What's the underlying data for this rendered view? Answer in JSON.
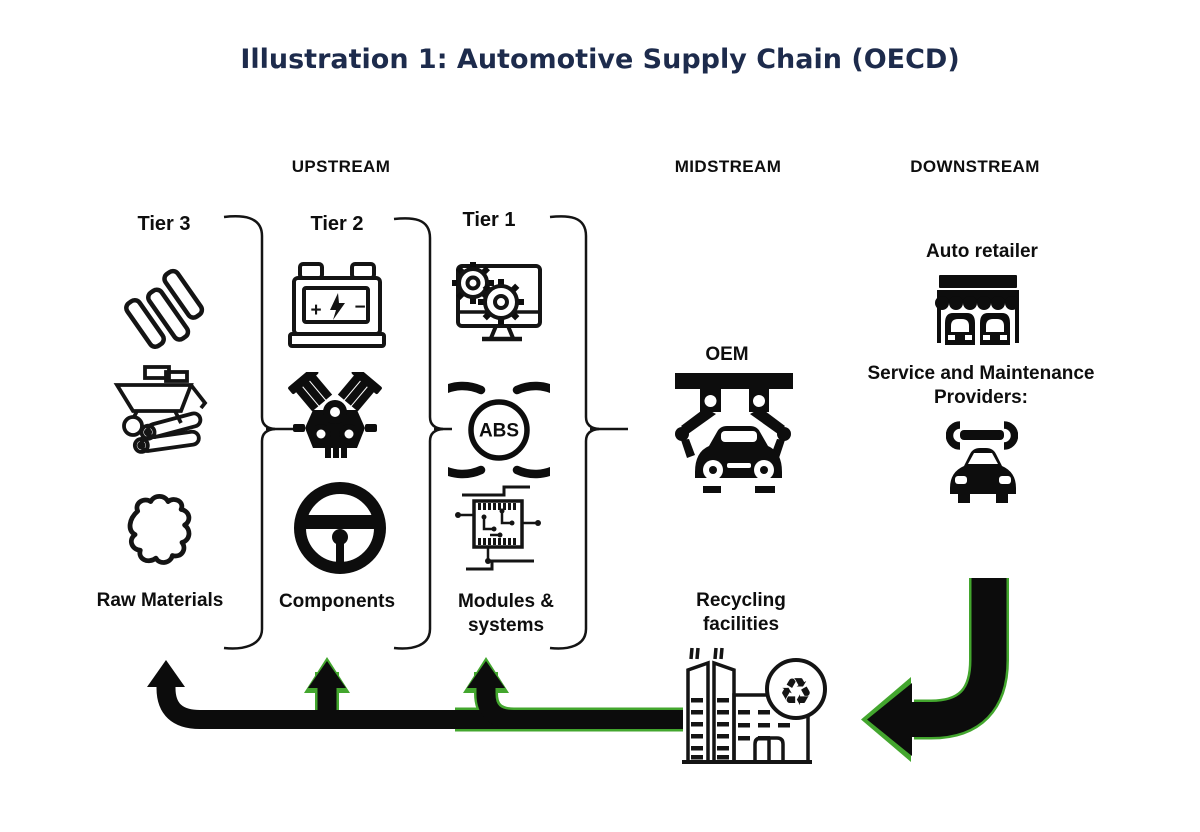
{
  "title": "Illustration 1: Automotive Supply Chain (OECD)",
  "sections": {
    "upstream": "UPSTREAM",
    "midstream": "MIDSTREAM",
    "downstream": "DOWNSTREAM"
  },
  "tiers": [
    {
      "label": "Tier 3",
      "caption": "Raw Materials",
      "icons": [
        "metal-sheets-icon",
        "wheelbarrow-logs-icon",
        "leather-hide-icon"
      ]
    },
    {
      "label": "Tier 2",
      "caption": "Components",
      "icons": [
        "car-battery-icon",
        "engine-icon",
        "steering-wheel-icon"
      ]
    },
    {
      "label": "Tier 1",
      "caption": "Modules & systems",
      "icons": [
        "monitor-gears-icon",
        "abs-warning-icon",
        "circuit-board-icon"
      ]
    }
  ],
  "midstream": {
    "oem": {
      "label": "OEM",
      "icon": "assembly-robots-car-icon"
    },
    "recycling": {
      "label": "Recycling facilities",
      "icon": "recycling-factory-icon"
    }
  },
  "downstream": {
    "retailer": {
      "label": "Auto retailer",
      "icon": "car-dealership-icon"
    },
    "service": {
      "label": "Service and Maintenance Providers:",
      "icon": "wrench-car-icon"
    }
  },
  "glyphs": {
    "abs": "ABS",
    "battery_plus": "+",
    "battery_minus": "−",
    "recycle": "♻"
  },
  "colors": {
    "title": "#1d2b4c",
    "ink": "#141414",
    "green": "#43a62e"
  },
  "flow": {
    "recycling_return_to": [
      "Tier 3",
      "Tier 2",
      "Tier 1"
    ],
    "downstream_return": "Service and Maintenance Providers → Recycling facilities"
  }
}
